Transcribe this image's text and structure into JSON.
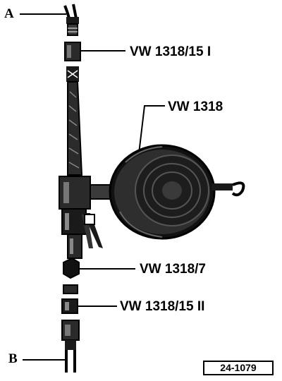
{
  "labels": {
    "end_a": "A",
    "end_b": "B",
    "adapter_upper": "VW 1318/15 I",
    "gauge": "VW 1318",
    "valve": "VW 1318/7",
    "adapter_lower": "VW 1318/15 II"
  },
  "figure_ref": "24-1079",
  "colors": {
    "ink": "#000000",
    "paper": "#ffffff",
    "fill_dark": "#1a1a1a",
    "fill_mid": "#3a3a3a"
  }
}
